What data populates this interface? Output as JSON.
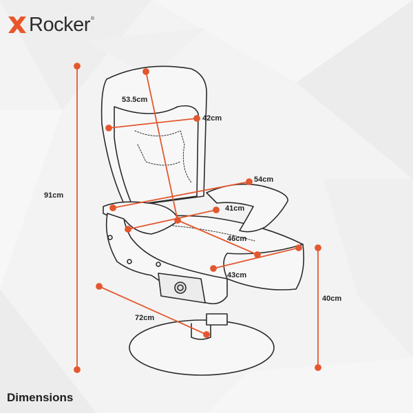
{
  "brand": {
    "name": "Rocker",
    "trademark": "®",
    "accent_color": "#e8562a",
    "icon": "x-logo-icon"
  },
  "diagram": {
    "subject": "chair-line-drawing",
    "accent_color": "#e4572e",
    "line_color": "#2a2a2a",
    "dimensions": {
      "height": "91cm",
      "back_height": "53.5cm",
      "back_width": "42cm",
      "arm_width": "54cm",
      "inner_width": "41cm",
      "seat_depth": "46cm",
      "seat_width": "43cm",
      "base_depth": "72cm",
      "seat_height": "40cm"
    }
  },
  "footer": {
    "title": "Dimensions"
  }
}
